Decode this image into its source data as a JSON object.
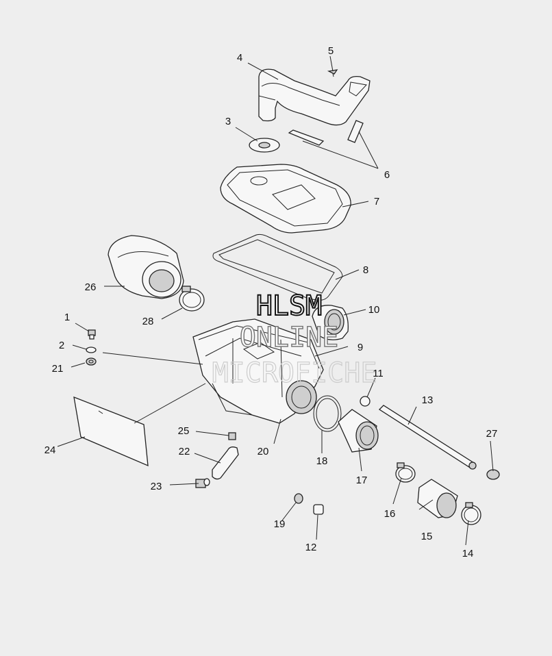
{
  "watermark": {
    "line1": "HLSM",
    "line2": "ONLINE",
    "line3": "MICROFICHE"
  },
  "callouts": [
    "1",
    "2",
    "3",
    "4",
    "5",
    "6",
    "7",
    "8",
    "9",
    "10",
    "11",
    "12",
    "13",
    "14",
    "15",
    "16",
    "17",
    "18",
    "19",
    "20",
    "21",
    "22",
    "23",
    "24",
    "25",
    "26",
    "27",
    "28"
  ]
}
